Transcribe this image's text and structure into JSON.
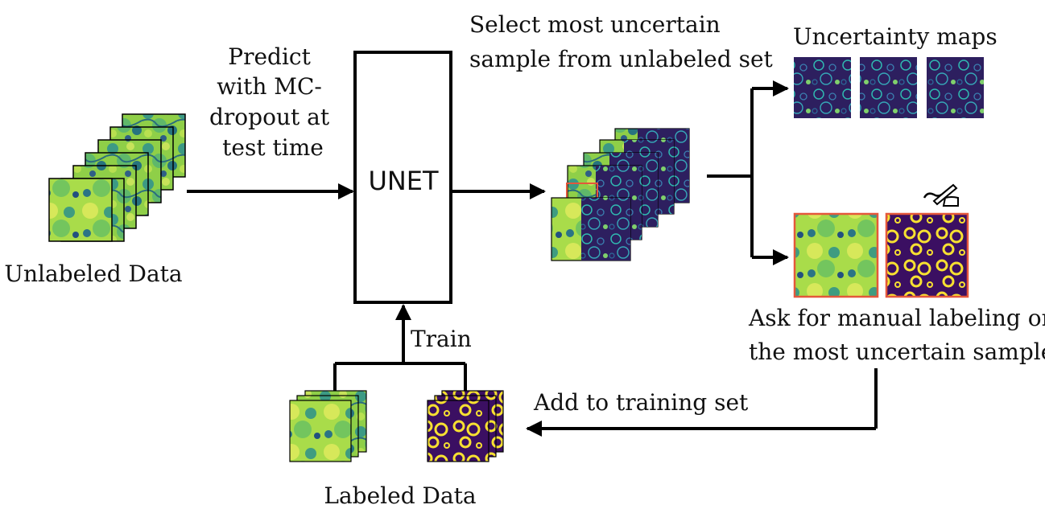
{
  "labels": {
    "predict": [
      "Predict",
      "with MC-",
      "dropout at",
      "test time"
    ],
    "model": "UNET",
    "select": [
      "Select most uncertain",
      "sample from unlabeled set"
    ],
    "uncertainty_maps": "Uncertainty maps",
    "ask_manual": [
      "Ask for manual labeling on",
      "the most uncertain sample"
    ],
    "add_training": "Add to training set",
    "train": "Train",
    "unlabeled_data": "Unlabeled Data",
    "labeled_data": "Labeled Data"
  },
  "icons": {
    "annotate": "hand-writing-icon"
  },
  "colors": {
    "tissue_green": "#9bd440",
    "tissue_teal": "#2e8a86",
    "tissue_dark": "#1f5d7a",
    "map_purple": "#2f1d5e",
    "map_cyan": "#2ec4b6",
    "mask_purple": "#3b0f62",
    "mask_yellow": "#f7e031",
    "highlight_red": "#e4573b"
  }
}
